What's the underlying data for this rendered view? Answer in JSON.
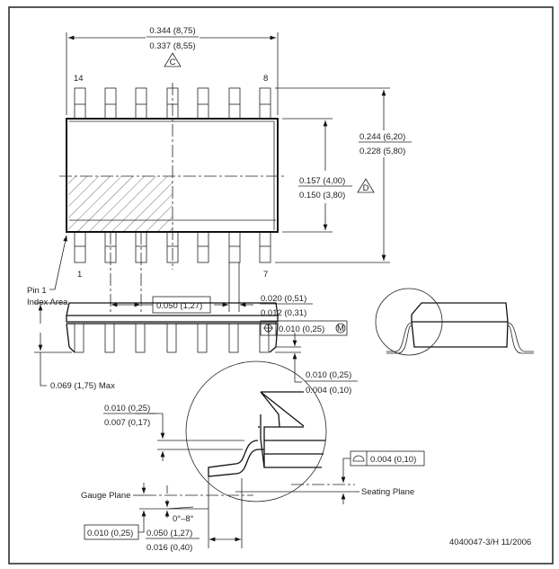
{
  "top_view": {
    "length_max": "0.344 (8,75)",
    "length_min": "0.337 (8,55)",
    "length_note": "C",
    "pin_14": "14",
    "pin_8": "8",
    "pin_1": "1",
    "pin_7": "7",
    "width_body_max": "0.157 (4,00)",
    "width_body_min": "0.150 (3,80)",
    "width_body_note": "D",
    "width_total_max": "0.244 (6,20)",
    "width_total_min": "0.228 (5,80)",
    "pin1_label_line1": "Pin 1",
    "pin1_label_line2": "Index Area",
    "pitch": "0.050 (1,27)",
    "lead_width_max": "0.020 (0,51)",
    "lead_width_min": "0.012 (0,31)",
    "position_tolerance": "0.010 (0,25)",
    "tolerance_modifier": "M"
  },
  "side_view": {
    "height_max": "0.069 (1,75) Max",
    "standoff_max": "0.010 (0,25)",
    "standoff_min": "0.004 (0,10)"
  },
  "detail_view": {
    "lead_thickness_max": "0.010 (0,25)",
    "lead_thickness_min": "0.007 (0,17)",
    "gauge_plane": "Gauge Plane",
    "gauge_offset": "0.010 (0,25)",
    "angle": "0°–8°",
    "coplanarity": "0.004 (0,10)",
    "seating_plane": "Seating Plane",
    "foot_length_max": "0.050 (1,27)",
    "foot_length_min": "0.016 (0,40)"
  },
  "footer": {
    "drawing_number": "4040047-3/H  11/2006"
  }
}
